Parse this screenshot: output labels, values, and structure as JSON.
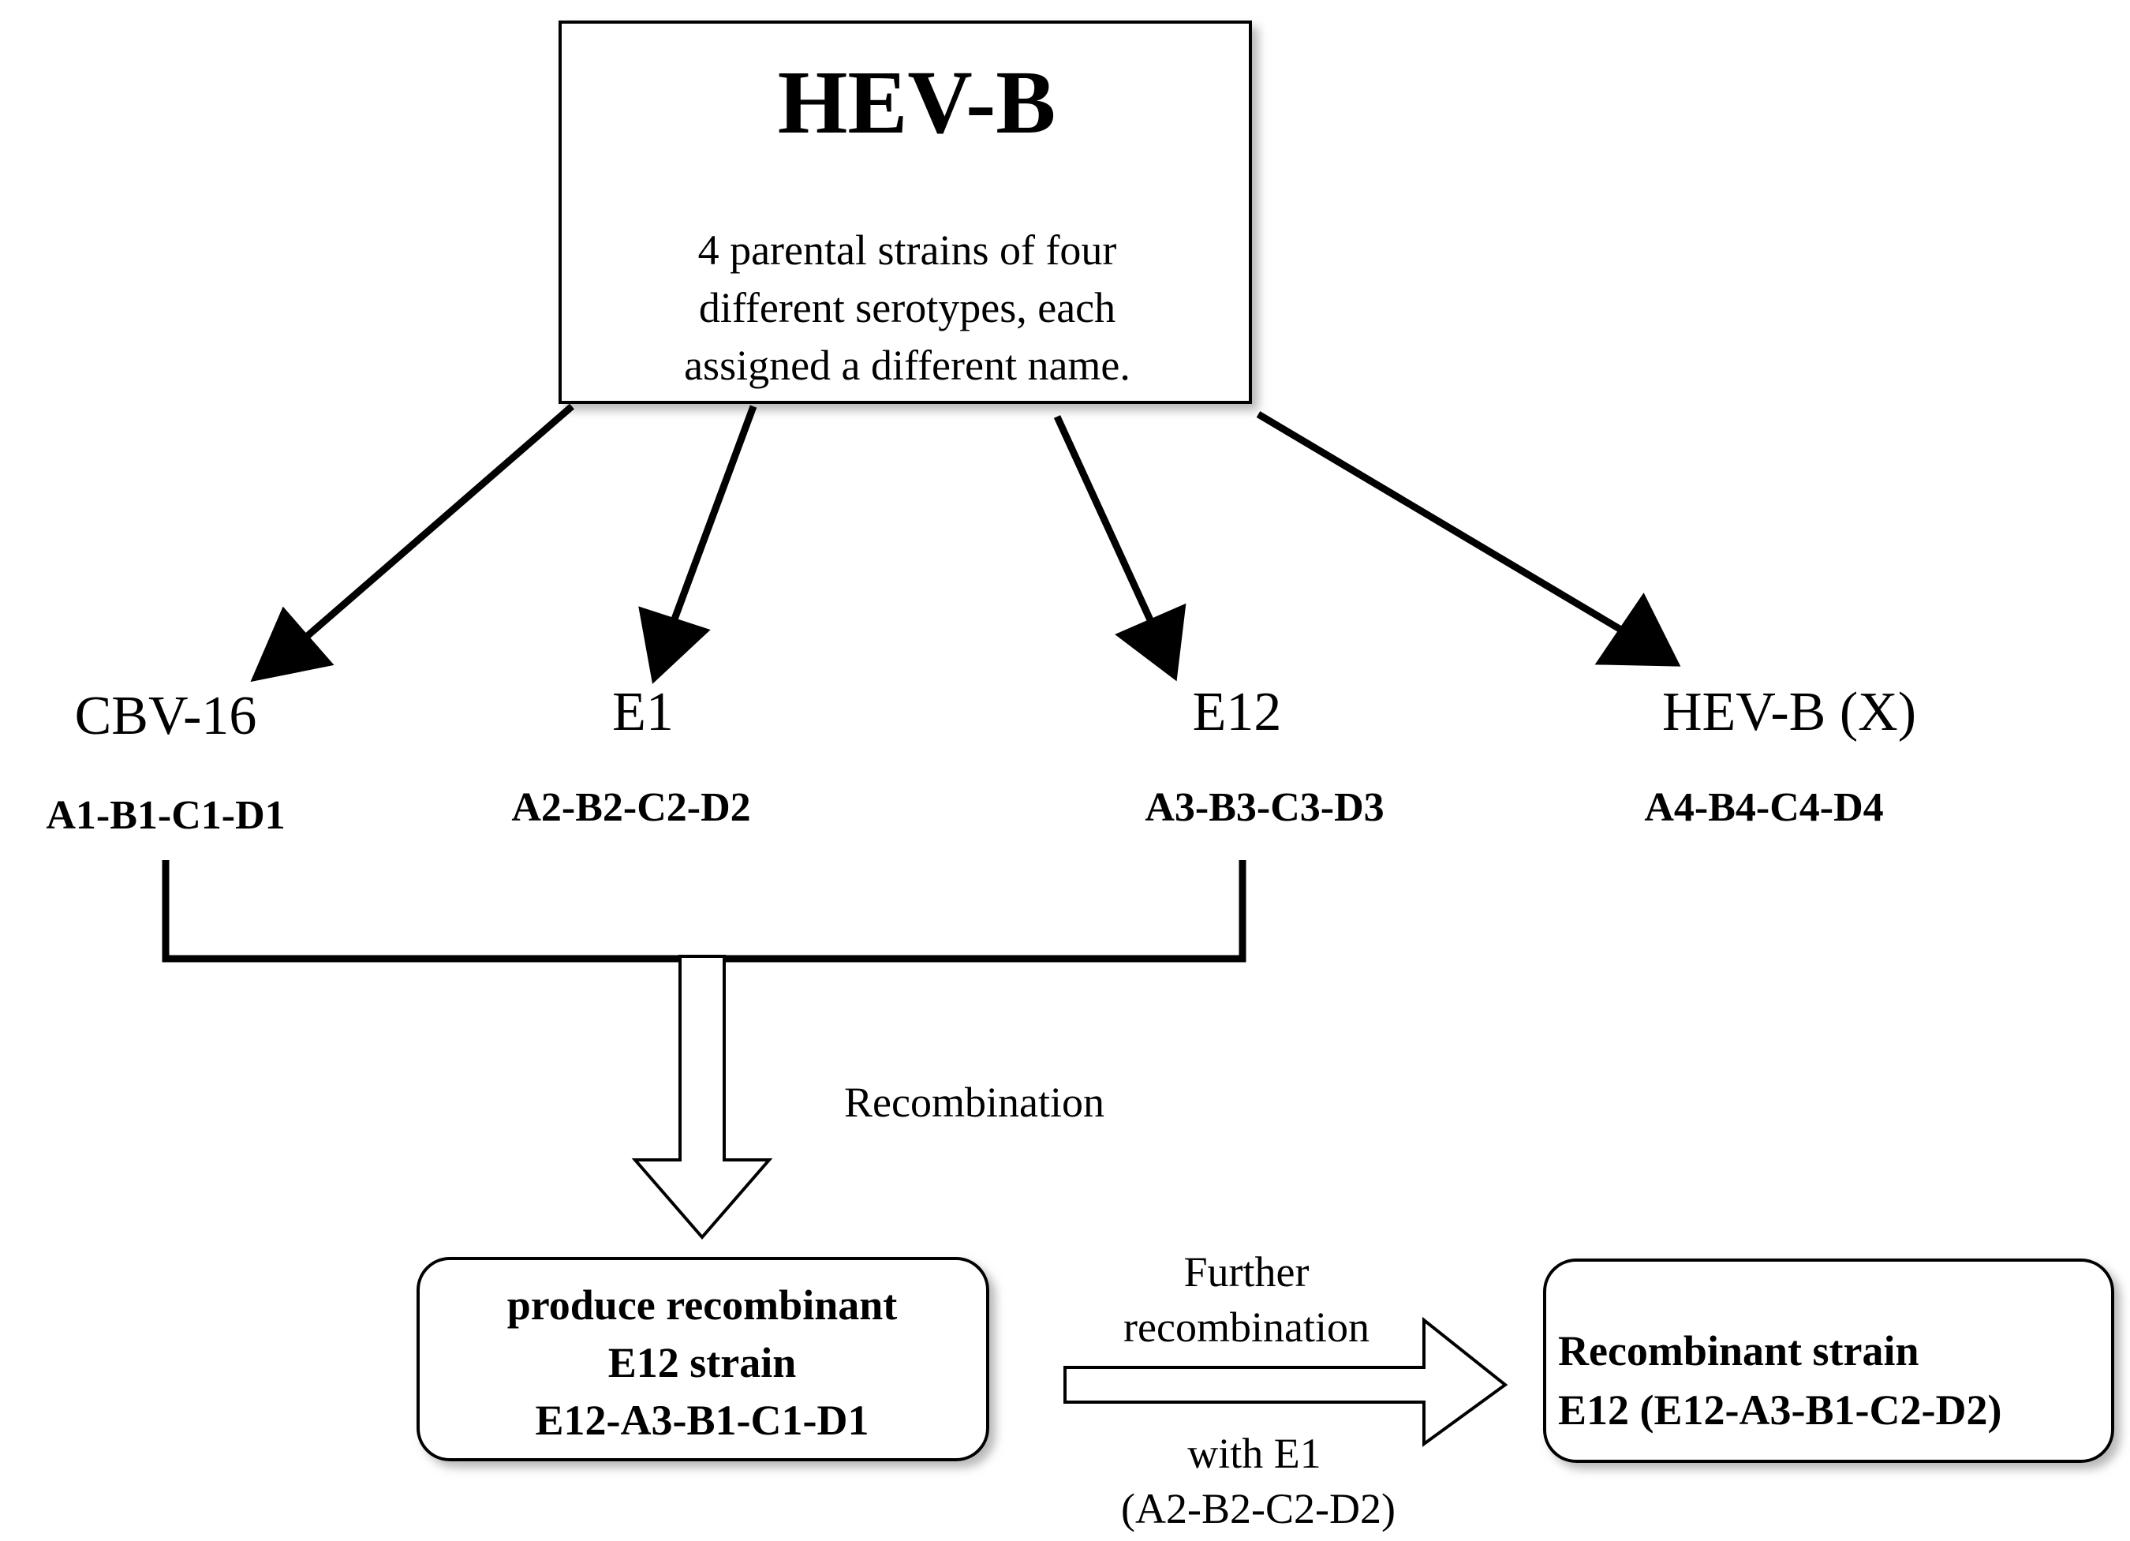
{
  "top_box": {
    "title": "HEV-B",
    "description_lines": [
      "4 parental strains of four",
      "different serotypes, each",
      "assigned a different name."
    ]
  },
  "strains": [
    {
      "name": "CBV-16",
      "code": "A1-B1-C1-D1"
    },
    {
      "name": "E1",
      "code": "A2-B2-C2-D2"
    },
    {
      "name": "E12",
      "code": "A3-B3-C3-D3"
    },
    {
      "name": "HEV-B (X)",
      "code": "A4-B4-C4-D4"
    }
  ],
  "recombination_label": "Recombination",
  "recombinant_box": {
    "lines": [
      "produce  recombinant",
      "E12 strain",
      "E12-A3-B1-C1-D1"
    ]
  },
  "further_label_lines": [
    "Further",
    "recombination"
  ],
  "with_label_lines": [
    "with E1",
    "(A2-B2-C2-D2)"
  ],
  "final_box": {
    "lines": [
      "Recombinant strain",
      "E12 (E12-A3-B1-C2-D2)"
    ]
  },
  "colors": {
    "line": "#000000",
    "background": "#ffffff",
    "shadow": "#c8c8c8"
  }
}
